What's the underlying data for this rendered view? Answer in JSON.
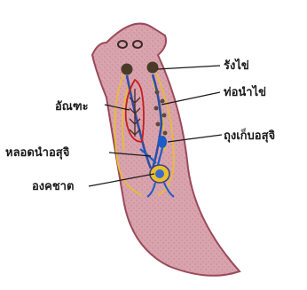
{
  "diagram": {
    "subject": "planarian-reproductive-system",
    "labels": {
      "ovary": "รังไข่",
      "oviduct": "ท่อนำไข่",
      "testis": "อัณฑะ",
      "seminal_receptacle": "ถุงเก็บอสุจิ",
      "sperm_duct": "หลอดนำอสุจิ",
      "penis": "องคชาต"
    },
    "colors": {
      "body": "#d9a3ad",
      "body_outline": "#9a4a5a",
      "ovary": "#4a3a2a",
      "oviduct": "#2a4fa8",
      "testis": "#c41e1e",
      "gland": "#e8c02a",
      "sperm_duct": "#1d5cc4",
      "leader_line": "#1a1a1a"
    }
  }
}
